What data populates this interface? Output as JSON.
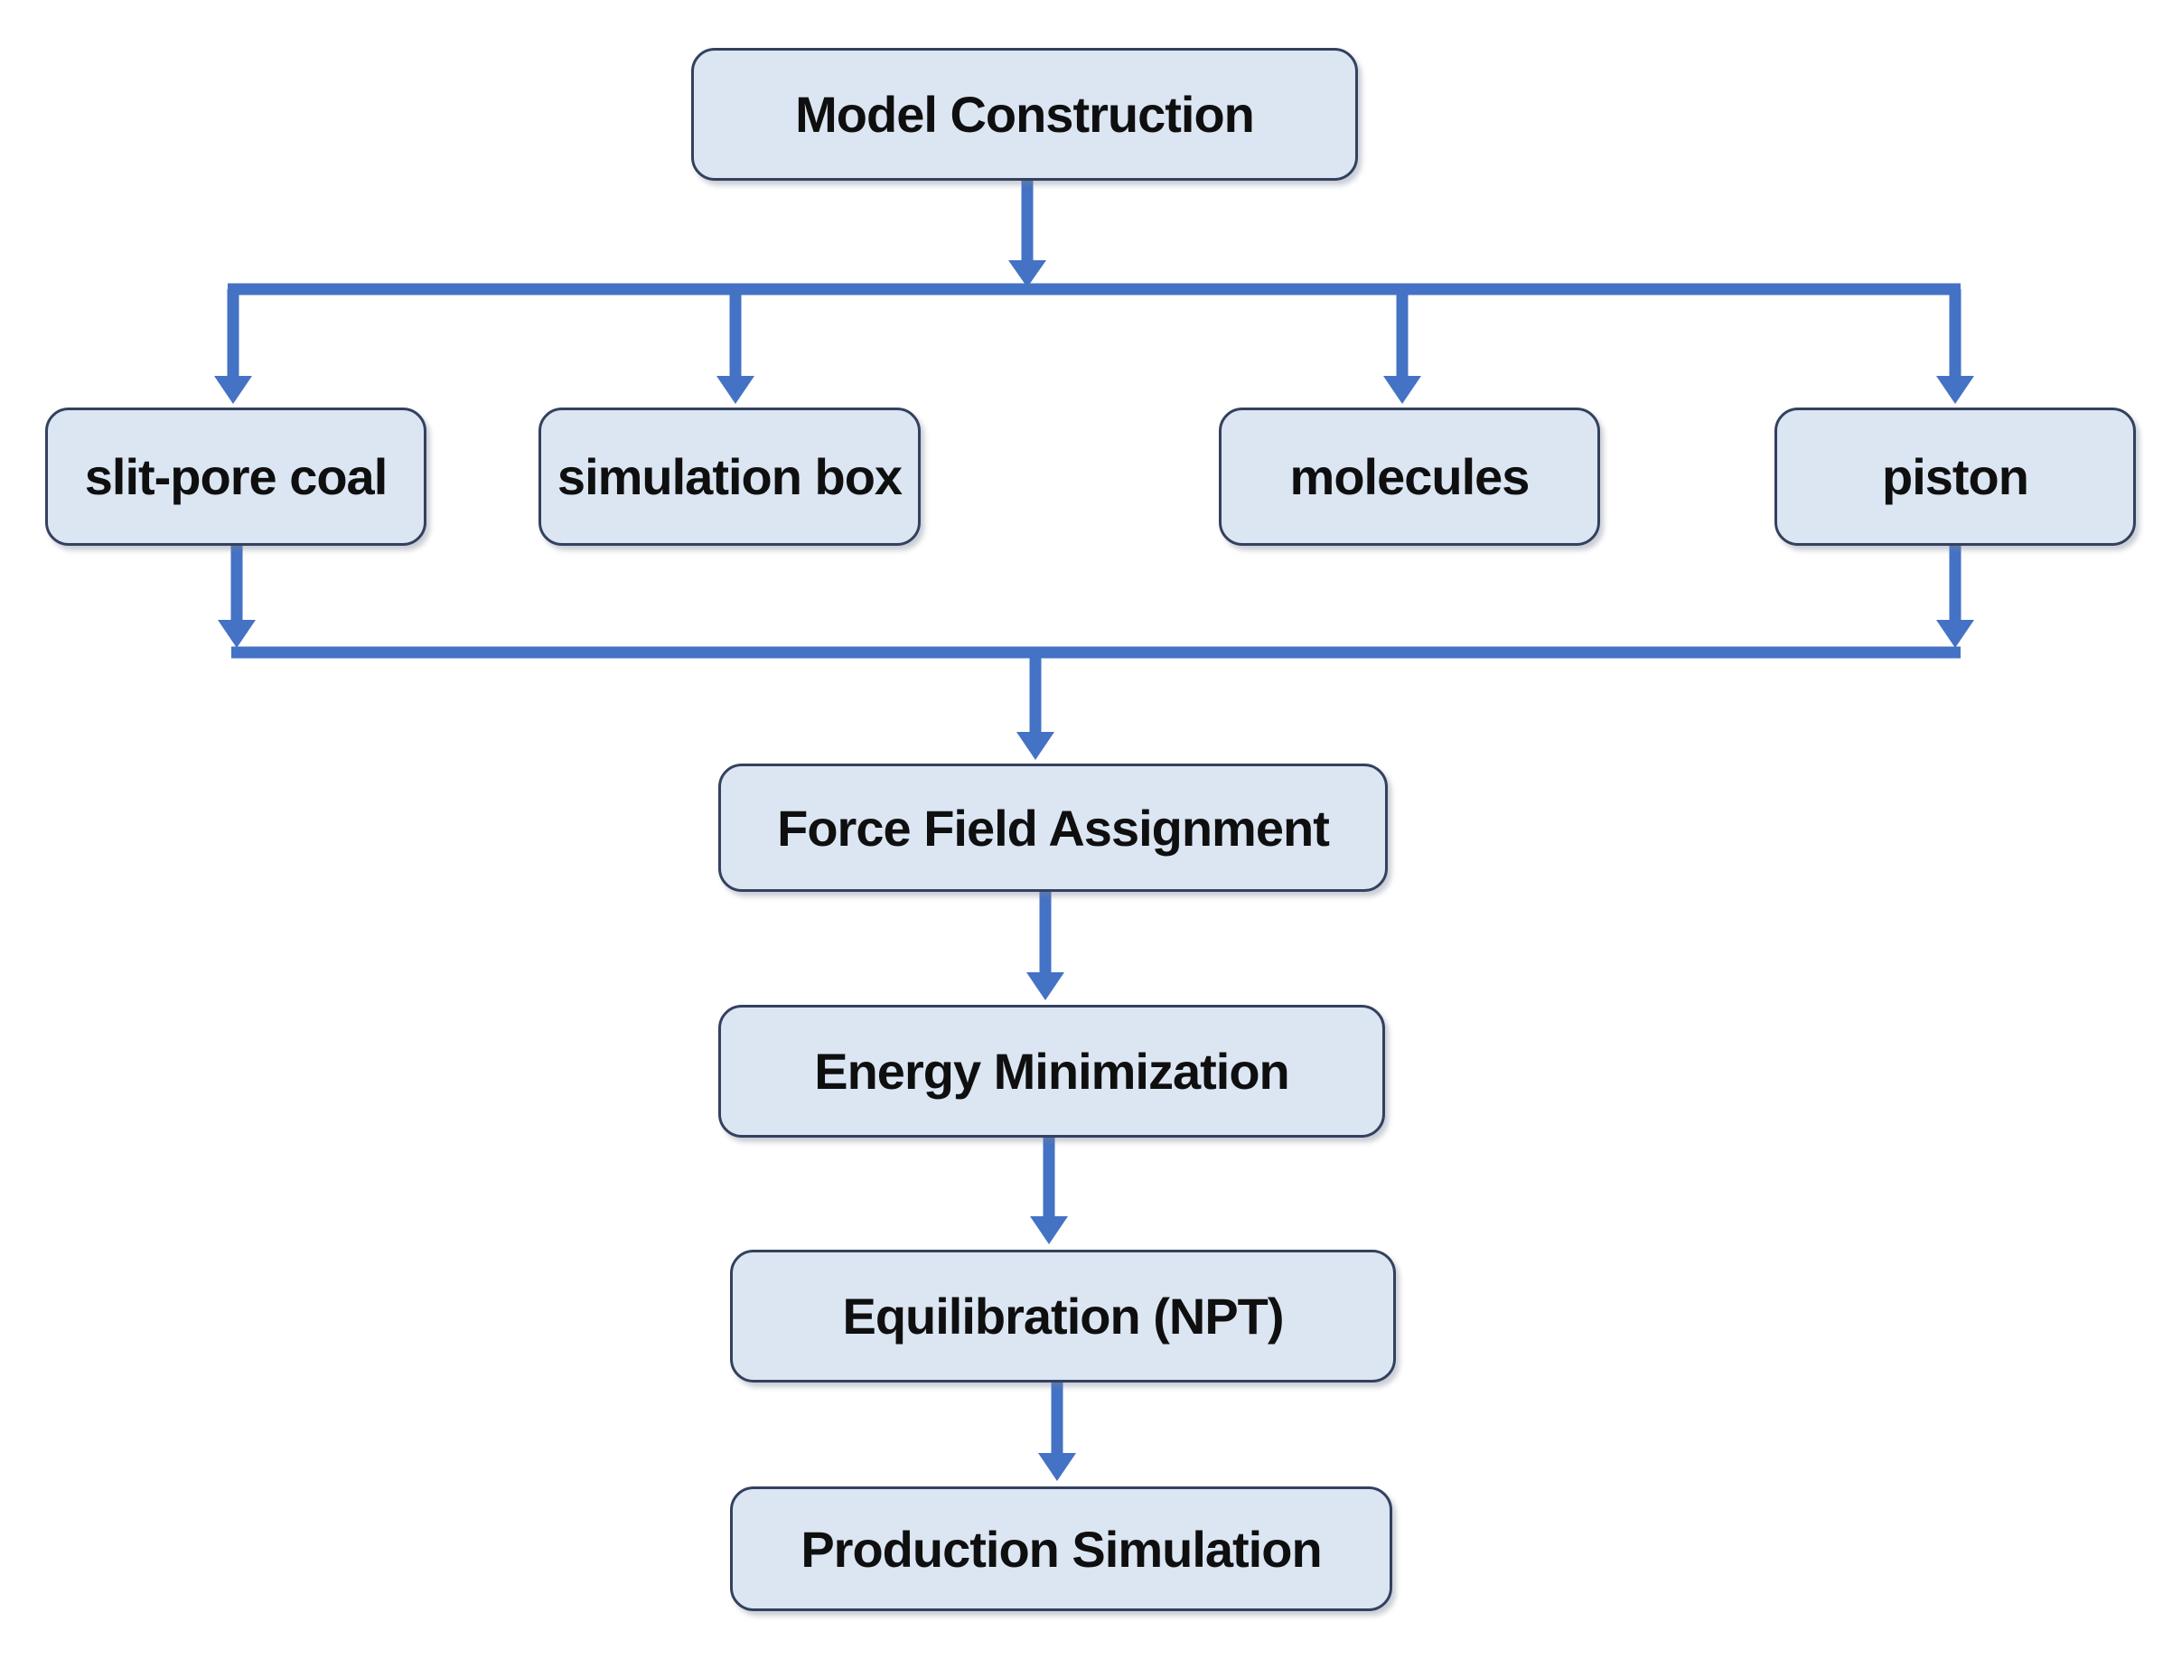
{
  "diagram_type": "flowchart",
  "nodes": {
    "model_construction": {
      "label": "Model Construction"
    },
    "slit_pore_coal": {
      "label": "slit-pore coal"
    },
    "simulation_box": {
      "label": "simulation box"
    },
    "molecules": {
      "label": "molecules"
    },
    "piston": {
      "label": "piston"
    },
    "force_field_assignment": {
      "label": "Force Field Assignment"
    },
    "energy_minimization": {
      "label": "Energy Minimization"
    },
    "equilibration_npt": {
      "label": "Equilibration (NPT)"
    },
    "production_simulation": {
      "label": "Production Simulation"
    }
  },
  "edges": [
    {
      "from": "Model Construction",
      "to": "slit-pore coal"
    },
    {
      "from": "Model Construction",
      "to": "simulation box"
    },
    {
      "from": "Model Construction",
      "to": "molecules"
    },
    {
      "from": "Model Construction",
      "to": "piston"
    },
    {
      "from": "slit-pore coal",
      "to": "Force Field Assignment"
    },
    {
      "from": "piston",
      "to": "Force Field Assignment"
    },
    {
      "from": "Force Field Assignment",
      "to": "Energy Minimization"
    },
    {
      "from": "Energy Minimization",
      "to": "Equilibration (NPT)"
    },
    {
      "from": "Equilibration (NPT)",
      "to": "Production Simulation"
    }
  ],
  "colors": {
    "bg": "#ffffff",
    "box-fill": "#dbe6f2",
    "box-border": "#33415e",
    "arrow": "#4472c4",
    "text": "#0f0f10"
  }
}
